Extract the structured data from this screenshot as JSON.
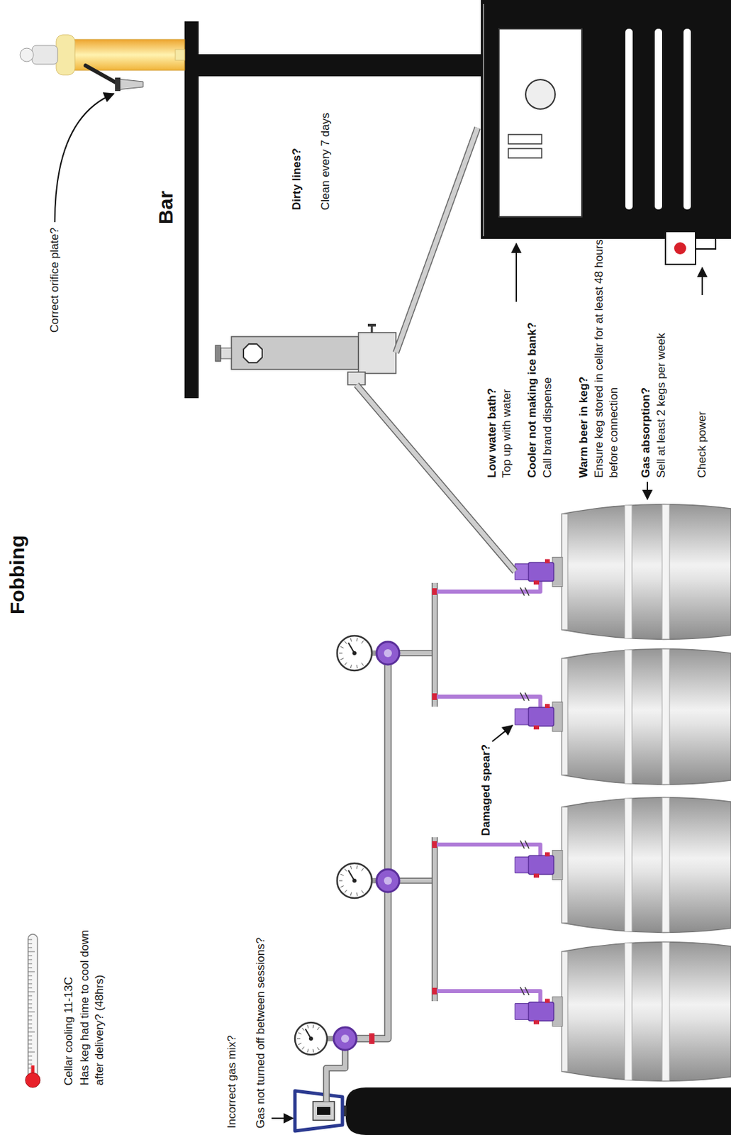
{
  "diagram": {
    "title": "Fobbing",
    "labels": [
      "Correct orifice plate?",
      "Bar",
      "Dirty lines?",
      "Clean every 7 days",
      "Low water bath?",
      "Top up with water",
      "Cooler not making ice bank?",
      "Call brand dispense",
      "Warm beer in keg?",
      "Ensure keg stored in cellar for at least 48 hours before connection",
      "Gas absorption?",
      "Sell at least 2 kegs per week",
      "Check power",
      "Damaged spear?",
      "Cellar cooling 11-13C",
      "Has keg had time to cool down after delivery? (48hrs)",
      "Incorrect gas mix?",
      "Gas not turned off between sessions?"
    ]
  }
}
